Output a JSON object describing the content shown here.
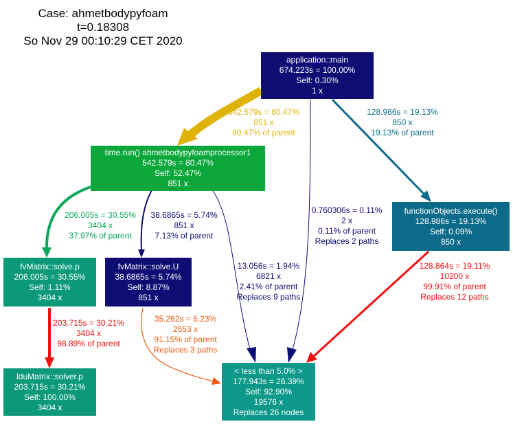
{
  "header": {
    "case": "Case: ahmetbodypyfoam",
    "time": "t=0.18308",
    "date": "So Nov 29 00:10:29 CET 2020"
  },
  "nodes": {
    "main": {
      "title": "application::main",
      "total": "674.223s = 100.00%",
      "self": "Self: 0.30%",
      "calls": "1 x",
      "color": "#0d0d73"
    },
    "timerun": {
      "title": "time.run() ahmetbodypyfoamprocessor1",
      "total": "542.579s = 80.47%",
      "self": "Self: 52.47%",
      "calls": "851 x",
      "color": "#0ca73a"
    },
    "funcobj": {
      "title": "functionObjects.execute()",
      "total": "128.986s = 19.13%",
      "self": "Self: 0.09%",
      "calls": "850 x",
      "color": "#0d6b8a"
    },
    "solvep": {
      "title": "fvMatrix::solve.p",
      "total": "206.005s = 30.55%",
      "self": "Self: 1.11%",
      "calls": "3404 x",
      "color": "#0c997a"
    },
    "solveu": {
      "title": "fvMatrix::solve.U",
      "total": "38.6865s = 5.74%",
      "self": "Self: 8.87%",
      "calls": "851 x",
      "color": "#0d0d73"
    },
    "lduSolver": {
      "title": "lduMatrix::solver.p",
      "total": "203.715s = 30.21%",
      "self": "Self: 100.00%",
      "calls": "3404 x",
      "color": "#0c997a"
    },
    "lessthan": {
      "title": "< less than 5.0% >",
      "total": "177.943s = 26.39%",
      "self": "Self: 92.90%",
      "calls": "19576 x",
      "extra": "Replaces 26 nodes",
      "color": "#0c998a"
    }
  },
  "edges": {
    "main_timerun": {
      "l1": "542.579s = 80.47%",
      "l2": "851 x",
      "l3": "80.47% of parent",
      "color": "#e0b30a"
    },
    "main_funcobj": {
      "l1": "128.986s = 19.13%",
      "l2": "850 x",
      "l3": "19.13% of parent",
      "color": "#0d6b8a"
    },
    "main_lessthan": {
      "l1": "0.760306s = 0.11%",
      "l2": "2 x",
      "l3": "0.11% of parent",
      "l4": "Replaces 2 paths",
      "color": "#0d0d73"
    },
    "timerun_solvep": {
      "l1": "206.005s = 30.55%",
      "l2": "3404 x",
      "l3": "37.97% of parent",
      "color": "#0ca75a"
    },
    "timerun_solveu": {
      "l1": "38.6865s = 5.74%",
      "l2": "851 x",
      "l3": "7.13% of parent",
      "color": "#0d0d73"
    },
    "timerun_lessthan": {
      "l1": "13.056s = 1.94%",
      "l2": "6821 x",
      "l3": "2.41% of parent",
      "l4": "Replaces 9 paths",
      "color": "#0d0d73"
    },
    "funcobj_lessthan": {
      "l1": "128.864s = 19.11%",
      "l2": "10200 x",
      "l3": "99.91% of parent",
      "l4": "Replaces 12 paths",
      "color": "#f01010"
    },
    "solvep_ldu": {
      "l1": "203.715s = 30.21%",
      "l2": "3404 x",
      "l3": "98.89% of parent",
      "color": "#f01010"
    },
    "solveu_lessthan": {
      "l1": "35.262s = 5.23%",
      "l2": "2553 x",
      "l3": "91.15% of parent",
      "l4": "Replaces 3 paths",
      "color": "#f05a10"
    }
  }
}
